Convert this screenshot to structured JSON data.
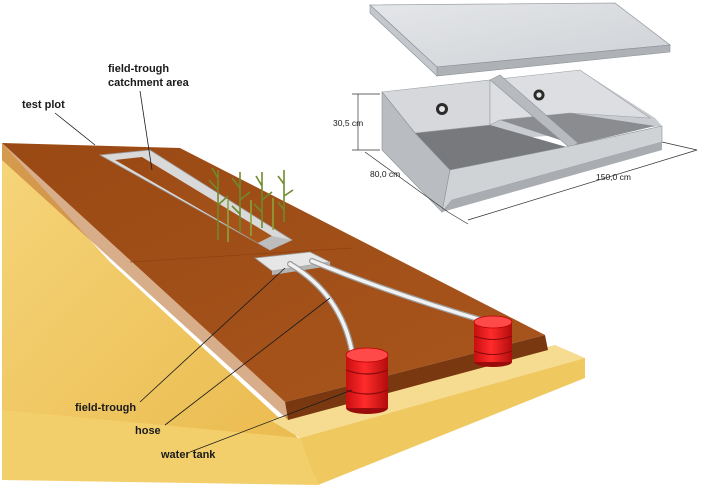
{
  "labels": {
    "test_plot": "test plot",
    "catchment_line1": "field-trough",
    "catchment_line2": "catchment area",
    "field_trough": "field-trough",
    "hose": "hose",
    "water_tank": "water tank"
  },
  "dimensions": {
    "height": "30,5 cm",
    "width": "80,0 cm",
    "length": "150,0 cm"
  },
  "colors": {
    "soil_top": "#a04e17",
    "soil_front": "#7d3a0f",
    "sand_side": "#f2c55c",
    "sand_base": "#f5d98a",
    "concrete": "#d8d8d8",
    "tank": "#e51b1b",
    "trough_metal": "#c9ccd0"
  }
}
